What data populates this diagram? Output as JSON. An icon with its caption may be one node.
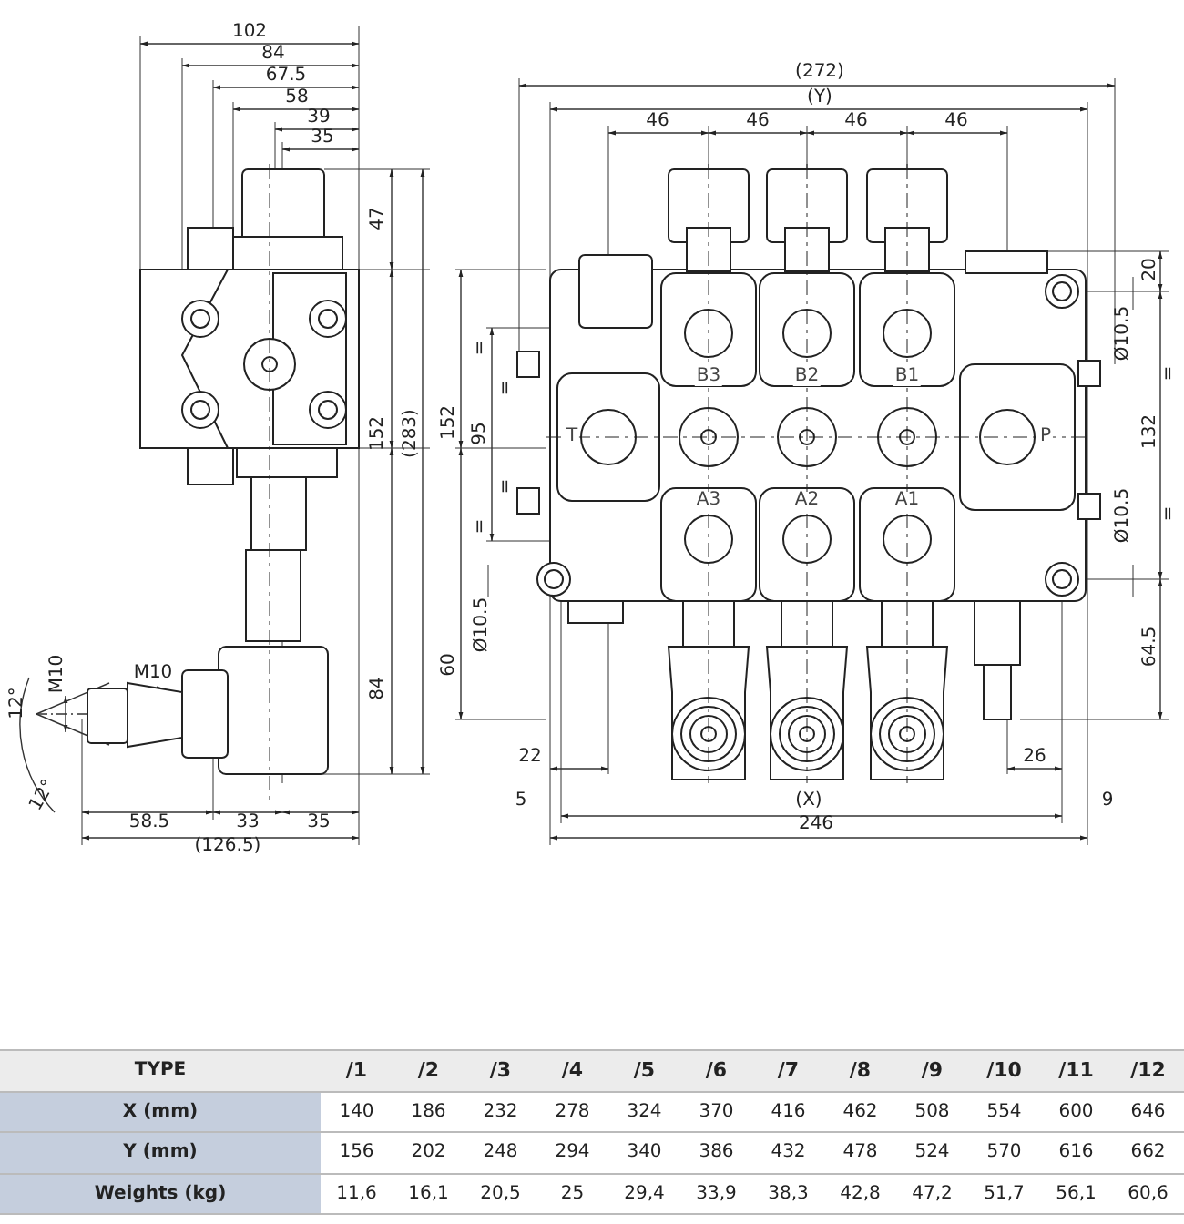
{
  "diagram": {
    "labels": [
      "102",
      "84",
      "67.5",
      "58",
      "39",
      "35",
      "(272)",
      "(Y)",
      "46",
      "46",
      "46",
      "46",
      "47",
      "20",
      "Ø10.5",
      "B3",
      "B2",
      "B1",
      "=",
      "=",
      "=",
      "152",
      "(283)",
      "152",
      "95",
      "T",
      "P",
      "132",
      "=",
      "=",
      "=",
      "A3",
      "A2",
      "A1",
      "Ø10.5",
      "Ø10.5",
      "60",
      "64.5",
      "M10",
      "M10",
      "84",
      "12°",
      "22",
      "26",
      "12°",
      "5",
      "(X)",
      "9",
      "58.5",
      "33",
      "35",
      "246",
      "(126.5)",
      "TYPE",
      "/1",
      "/2",
      "/3",
      "/4",
      "/5",
      "/6",
      "/7",
      "/8",
      "/9",
      "/10",
      "/11",
      "/12",
      "X (mm)",
      "140",
      "186",
      "232",
      "278",
      "324",
      "370",
      "416",
      "462",
      "508",
      "554",
      "600",
      "646",
      "Y (mm)",
      "156",
      "202",
      "248",
      "294",
      "340",
      "386",
      "432",
      "478",
      "524",
      "570",
      "616",
      "662",
      "Weights (kg)",
      "11,6",
      "16,1",
      "20,5",
      "25",
      "29,4",
      "33,9",
      "38,3",
      "42,8",
      "47,2",
      "51,7",
      "56,1",
      "60,6"
    ]
  }
}
